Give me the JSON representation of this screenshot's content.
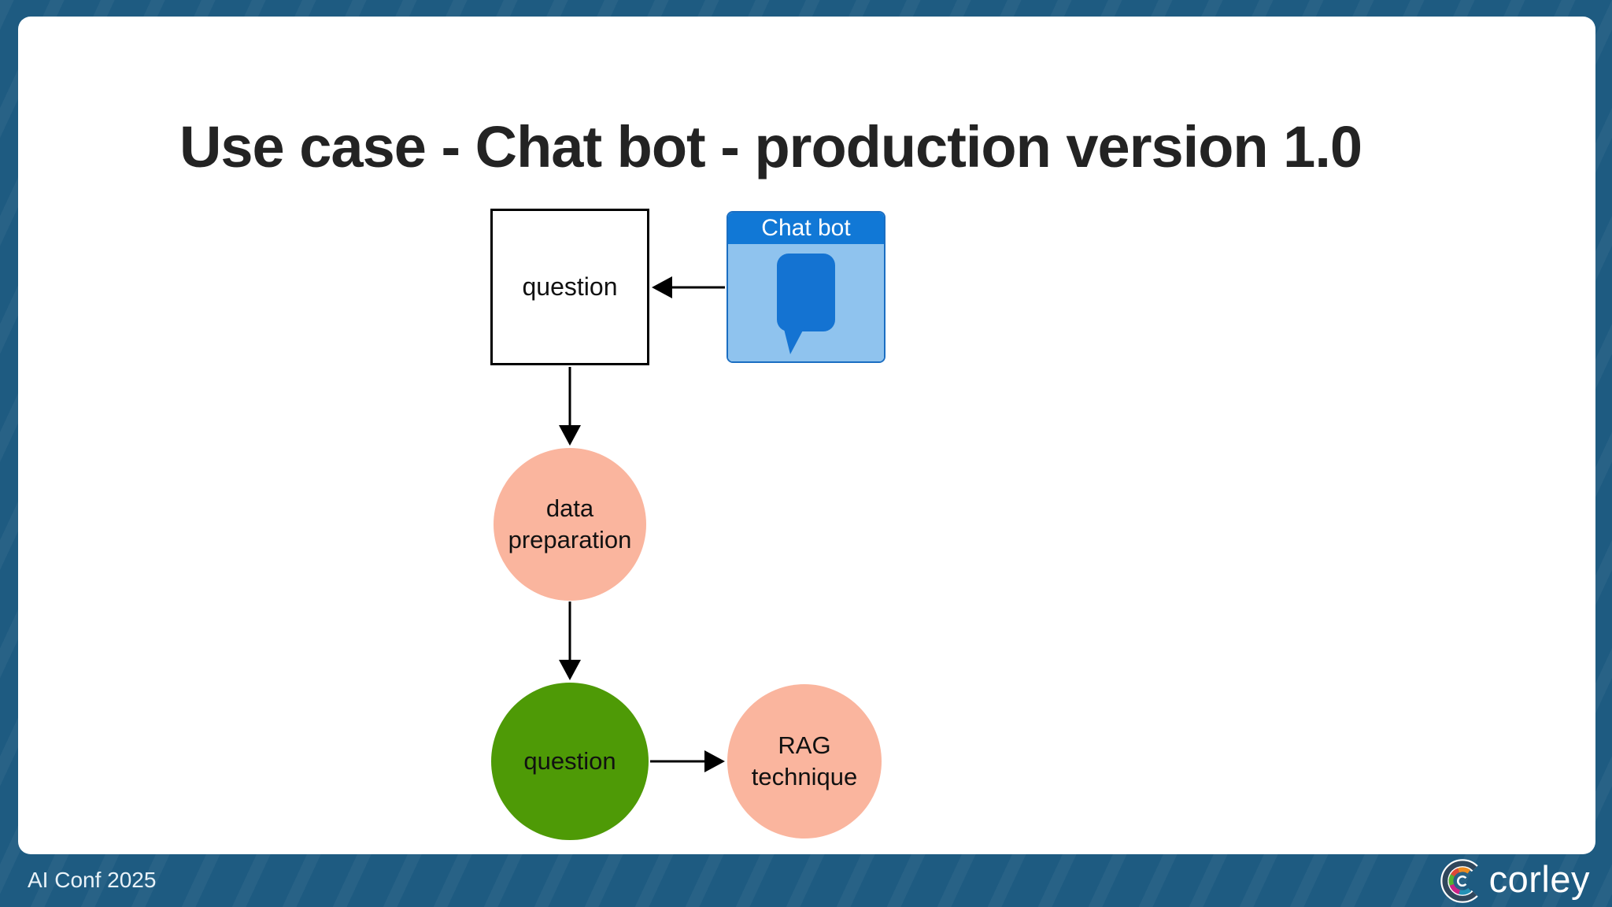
{
  "slide": {
    "title": "Use case - Chat bot - production version 1.0"
  },
  "diagram": {
    "nodes": [
      {
        "id": "question-box",
        "label": "question",
        "shape": "rectangle",
        "fill": "#ffffff",
        "border": "#000000"
      },
      {
        "id": "chat-bot",
        "label": "Chat bot",
        "shape": "card",
        "header_fill": "#1178d6",
        "body_fill": "#8fc3ee",
        "icon": "chat-bubble-icon",
        "icon_fill": "#1473d2"
      },
      {
        "id": "data-preparation",
        "label": "data preparation",
        "shape": "circle",
        "fill": "#fab59e"
      },
      {
        "id": "question-circle",
        "label": "question",
        "shape": "circle",
        "fill": "#4e9a06"
      },
      {
        "id": "rag-technique",
        "label": "RAG technique",
        "shape": "circle",
        "fill": "#fab59e"
      }
    ],
    "edges": [
      {
        "from": "chat-bot",
        "to": "question-box",
        "direction": "left"
      },
      {
        "from": "question-box",
        "to": "data-preparation",
        "direction": "down"
      },
      {
        "from": "data-preparation",
        "to": "question-circle",
        "direction": "down"
      },
      {
        "from": "question-circle",
        "to": "rag-technique",
        "direction": "right"
      }
    ]
  },
  "footer": {
    "conference": "AI Conf 2025",
    "logo_text": "corley"
  },
  "colors": {
    "background": "#1e5b81",
    "slide": "#ffffff",
    "title_text": "#232323",
    "salmon": "#fab59e",
    "green": "#4e9a06",
    "chatbot_header": "#1178d6",
    "chatbot_body": "#8fc3ee",
    "chat_bubble": "#1473d2",
    "arrow": "#000000"
  }
}
